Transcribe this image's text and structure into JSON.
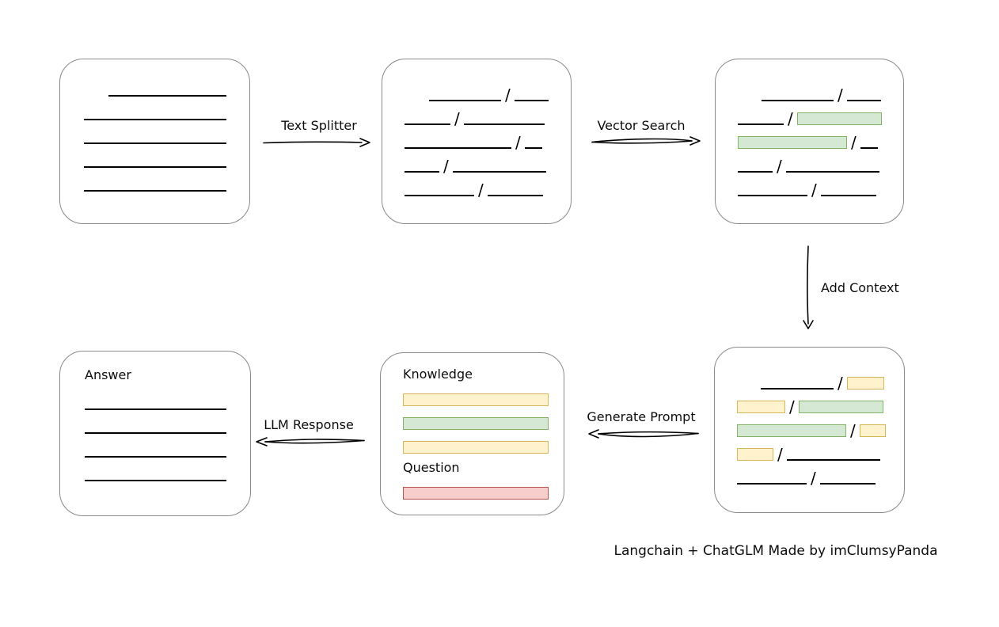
{
  "diagram": {
    "caption": "Langchain + ChatGLM Made by imClumsyPanda",
    "slash": "/",
    "flow_labels": {
      "text_splitter": "Text Splitter",
      "vector_search": "Vector Search",
      "add_context": "Add Context",
      "generate_prompt": "Generate Prompt",
      "llm_response": "LLM Response"
    },
    "colors": {
      "green_fill": "#d5e8d4",
      "green_border": "#82b366",
      "yellow_fill": "#fff2cc",
      "yellow_border": "#d6b656",
      "red_fill": "#f8cecc",
      "red_border": "#b85450",
      "line": "#000000",
      "box_border": "#8a8a8a"
    },
    "boxes": {
      "document": {
        "rows": [
          {
            "indent": 61,
            "segs": [
              {
                "t": "line",
                "w": 149
              }
            ]
          },
          {
            "indent": 30,
            "segs": [
              {
                "t": "line",
                "w": 180
              }
            ]
          },
          {
            "indent": 30,
            "segs": [
              {
                "t": "line",
                "w": 180
              }
            ]
          },
          {
            "indent": 30,
            "segs": [
              {
                "t": "line",
                "w": 180
              }
            ]
          },
          {
            "indent": 30,
            "segs": [
              {
                "t": "line",
                "w": 180
              }
            ]
          }
        ]
      },
      "chunks": {
        "rows": [
          {
            "indent": 59,
            "segs": [
              {
                "t": "line",
                "w": 91
              },
              {
                "t": "slash"
              },
              {
                "t": "line",
                "w": 43
              }
            ]
          },
          {
            "indent": 28,
            "segs": [
              {
                "t": "line",
                "w": 58
              },
              {
                "t": "slash"
              },
              {
                "t": "line",
                "w": 102
              }
            ]
          },
          {
            "indent": 28,
            "segs": [
              {
                "t": "line",
                "w": 135
              },
              {
                "t": "slash"
              },
              {
                "t": "line",
                "w": 22
              }
            ]
          },
          {
            "indent": 28,
            "segs": [
              {
                "t": "line",
                "w": 44
              },
              {
                "t": "slash"
              },
              {
                "t": "line",
                "w": 118
              }
            ]
          },
          {
            "indent": 28,
            "segs": [
              {
                "t": "line",
                "w": 88
              },
              {
                "t": "slash"
              },
              {
                "t": "line",
                "w": 70
              }
            ]
          }
        ]
      },
      "vector": {
        "rows": [
          {
            "indent": 58,
            "segs": [
              {
                "t": "line",
                "w": 91
              },
              {
                "t": "slash"
              },
              {
                "t": "line",
                "w": 43
              }
            ]
          },
          {
            "indent": 28,
            "segs": [
              {
                "t": "line",
                "w": 58
              },
              {
                "t": "slash"
              },
              {
                "t": "green",
                "w": 107
              }
            ]
          },
          {
            "indent": 28,
            "segs": [
              {
                "t": "green",
                "w": 138
              },
              {
                "t": "slash"
              },
              {
                "t": "line",
                "w": 22
              }
            ]
          },
          {
            "indent": 28,
            "segs": [
              {
                "t": "line",
                "w": 44
              },
              {
                "t": "slash"
              },
              {
                "t": "line",
                "w": 118
              }
            ]
          },
          {
            "indent": 28,
            "segs": [
              {
                "t": "line",
                "w": 88
              },
              {
                "t": "slash"
              },
              {
                "t": "line",
                "w": 70
              }
            ]
          }
        ]
      },
      "context": {
        "rows": [
          {
            "indent": 58,
            "segs": [
              {
                "t": "line",
                "w": 92
              },
              {
                "t": "slash"
              },
              {
                "t": "yellow",
                "w": 47
              }
            ]
          },
          {
            "indent": 28,
            "segs": [
              {
                "t": "yellow",
                "w": 61
              },
              {
                "t": "slash"
              },
              {
                "t": "green",
                "w": 107
              }
            ]
          },
          {
            "indent": 28,
            "segs": [
              {
                "t": "green",
                "w": 138
              },
              {
                "t": "slash"
              },
              {
                "t": "yellow",
                "w": 33
              }
            ]
          },
          {
            "indent": 28,
            "segs": [
              {
                "t": "yellow",
                "w": 46
              },
              {
                "t": "slash"
              },
              {
                "t": "line",
                "w": 118
              }
            ]
          },
          {
            "indent": 28,
            "segs": [
              {
                "t": "line",
                "w": 88
              },
              {
                "t": "slash"
              },
              {
                "t": "line",
                "w": 70
              }
            ]
          }
        ]
      },
      "prompt": {
        "title1": "Knowledge",
        "knowledge_rows": [
          {
            "indent": 28,
            "segs": [
              {
                "t": "yellow",
                "w": 184
              }
            ]
          },
          {
            "indent": 28,
            "segs": [
              {
                "t": "green",
                "w": 184
              }
            ]
          },
          {
            "indent": 28,
            "segs": [
              {
                "t": "yellow",
                "w": 184
              }
            ]
          }
        ],
        "title2": "Question",
        "question_rows": [
          {
            "indent": 28,
            "segs": [
              {
                "t": "red",
                "w": 184
              }
            ]
          }
        ]
      },
      "answer": {
        "title": "Answer",
        "rows": [
          {
            "indent": 31,
            "segs": [
              {
                "t": "line",
                "w": 179
              }
            ]
          },
          {
            "indent": 31,
            "segs": [
              {
                "t": "line",
                "w": 179
              }
            ]
          },
          {
            "indent": 31,
            "segs": [
              {
                "t": "line",
                "w": 179
              }
            ]
          },
          {
            "indent": 31,
            "segs": [
              {
                "t": "line",
                "w": 179
              }
            ]
          }
        ]
      }
    }
  }
}
